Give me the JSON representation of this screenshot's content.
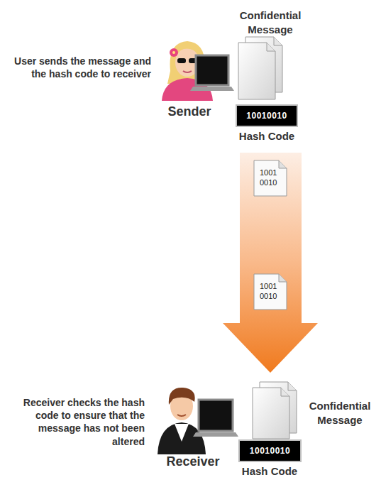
{
  "diagram": {
    "nodes": [
      {
        "text": [
          "10010010",
          "Hash Code"
        ]
      },
      {
        "text": [
          "1001 0010"
        ]
      },
      {
        "text": [
          "1001 0010"
        ]
      },
      {
        "text": [
          "10010010",
          "Hash Code"
        ]
      }
    ],
    "labels": [
      "Confidential Message",
      "User sends the message and the hash code to receiver",
      "Sender",
      "Receiver checks the hash code to ensure that the message has not been altered",
      "Receiver",
      "Confidential Message"
    ]
  }
}
